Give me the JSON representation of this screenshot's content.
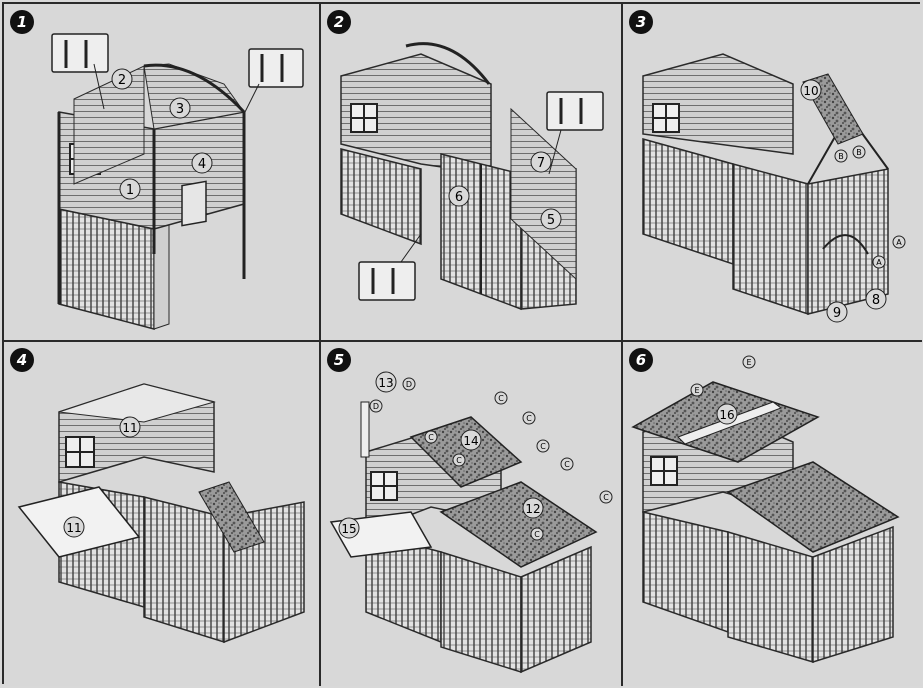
{
  "steps": [
    {
      "number": "1",
      "callouts": [
        "1",
        "2",
        "3",
        "4"
      ]
    },
    {
      "number": "2",
      "callouts": [
        "5",
        "6",
        "7"
      ]
    },
    {
      "number": "3",
      "callouts": [
        "8",
        "9",
        "10"
      ],
      "letters": [
        "A",
        "A",
        "B",
        "B"
      ]
    },
    {
      "number": "4",
      "callouts": [
        "11",
        "11"
      ]
    },
    {
      "number": "5",
      "callouts": [
        "12",
        "13",
        "14",
        "15"
      ],
      "letters": [
        "C",
        "C",
        "C",
        "C",
        "C",
        "C",
        "C",
        "C",
        "D",
        "D"
      ]
    },
    {
      "number": "6",
      "callouts": [
        "16"
      ],
      "letters": [
        "E",
        "E"
      ]
    }
  ],
  "colors": {
    "background": "#d9d9d9",
    "line": "#2a2a2a",
    "badge": "#111111",
    "wood": "#cfcfcf",
    "roof": "#8a8a8a"
  }
}
